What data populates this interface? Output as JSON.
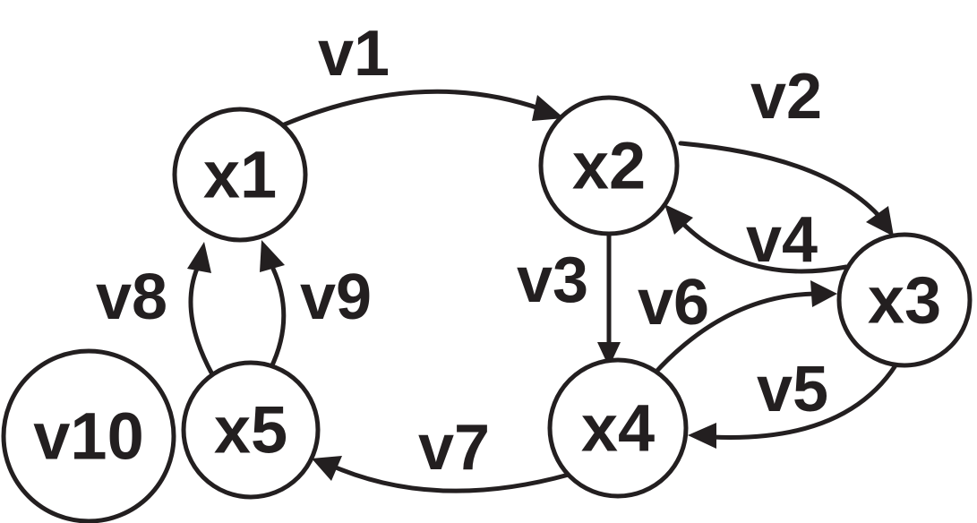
{
  "diagram": {
    "nodes": {
      "x1": "x1",
      "x2": "x2",
      "x3": "x3",
      "x4": "x4",
      "x5": "x5",
      "v10": "v10"
    },
    "edges": {
      "v1": "v1",
      "v2": "v2",
      "v3": "v3",
      "v4": "v4",
      "v5": "v5",
      "v6": "v6",
      "v7": "v7",
      "v8": "v8",
      "v9": "v9"
    },
    "connections": [
      {
        "edge": "v1",
        "from": "x1",
        "to": "x2"
      },
      {
        "edge": "v2",
        "from": "x2",
        "to": "x3"
      },
      {
        "edge": "v3",
        "from": "x2",
        "to": "x4"
      },
      {
        "edge": "v4",
        "from": "x3",
        "to": "x2"
      },
      {
        "edge": "v5",
        "from": "x3",
        "to": "x4"
      },
      {
        "edge": "v6",
        "from": "x4",
        "to": "x3"
      },
      {
        "edge": "v7",
        "from": "x4",
        "to": "x5"
      },
      {
        "edge": "v8",
        "from": "x5",
        "to": "x1"
      },
      {
        "edge": "v9",
        "from": "x5",
        "to": "x1"
      }
    ],
    "colors": {
      "stroke": "#231f20",
      "background": "#ffffff"
    }
  }
}
